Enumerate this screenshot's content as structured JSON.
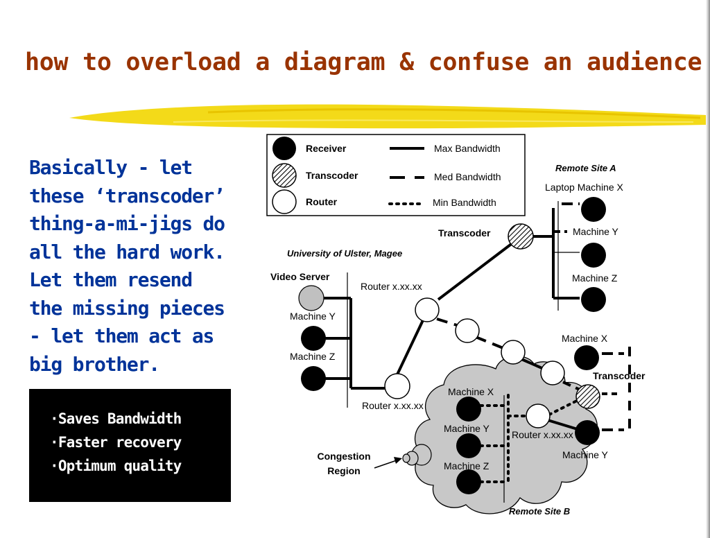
{
  "slide": {
    "title": "how to overload a diagram & confuse an audience",
    "body_lines": [
      "Basically - let",
      "these ‘transcoder’",
      "thing-a-mi-jigs do",
      "all the hard work.",
      "Let them resend",
      "the missing pieces",
      "- let them act as",
      "big brother."
    ],
    "benefits": [
      "·Saves Bandwidth",
      "·Faster recovery",
      "·Optimum quality"
    ]
  },
  "diagram": {
    "legend": {
      "receiver": "Receiver",
      "transcoder": "Transcoder",
      "router": "Router",
      "max_bandwidth": "Max Bandwidth",
      "med_bandwidth": "Med Bandwidth",
      "min_bandwidth": "Min Bandwidth"
    },
    "labels": {
      "remote_site_a": "Remote Site A",
      "laptop_machine_x": "Laptop Machine X",
      "site_a_machine_y": "Machine Y",
      "site_a_machine_z": "Machine Z",
      "transcoder_top": "Transcoder",
      "university": "University of Ulster, Magee",
      "video_server": "Video Server",
      "router_upper": "Router x.xx.xx",
      "uu_machine_y": "Machine Y",
      "uu_machine_z": "Machine Z",
      "router_lower": "Router x.xx.xx",
      "right_machine_x": "Machine X",
      "transcoder_right": "Transcoder",
      "right_machine_y": "Machine Y",
      "cloud_machine_x": "Machine X",
      "cloud_machine_y": "Machine Y",
      "cloud_machine_z": "Machine Z",
      "router_cloud": "Router x.xx.xx",
      "congestion_line1": "Congestion",
      "congestion_line2": "Region",
      "remote_site_b": "Remote Site B"
    }
  },
  "colors": {
    "title": "#993300",
    "body_text": "#003399",
    "highlight": "#f2d600",
    "cloud": "#c8c8c8",
    "video_server": "#c0c0c0"
  }
}
